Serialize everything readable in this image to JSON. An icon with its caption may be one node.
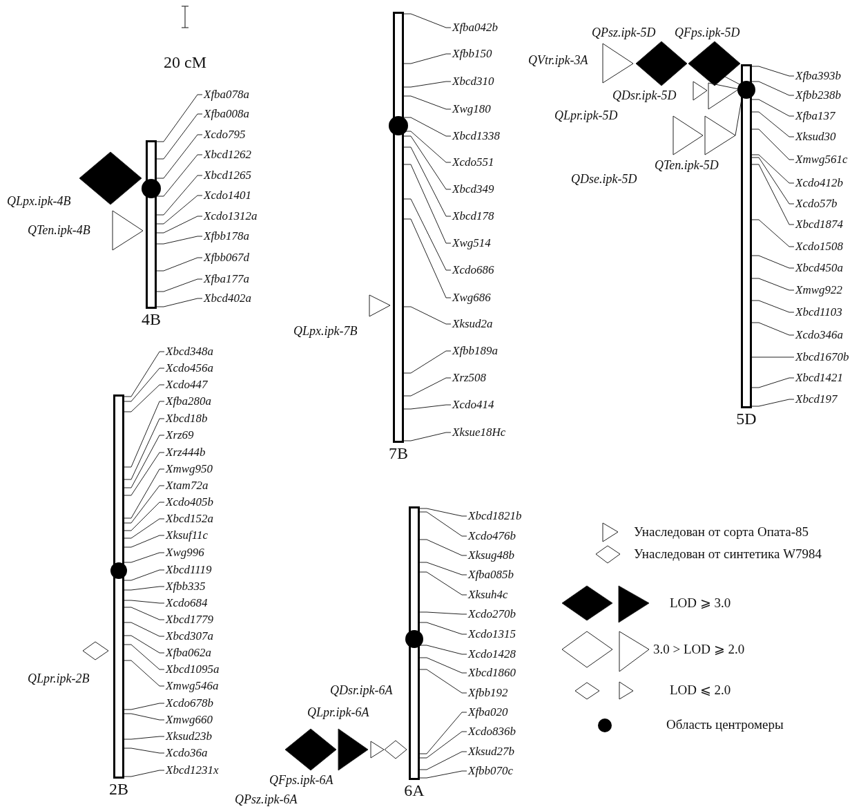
{
  "diagram": {
    "nodes": [
      {
        "text": [
          "4B"
        ]
      },
      {
        "text": [
          "Xfba078a"
        ]
      },
      {
        "text": [
          "Xfba008a"
        ]
      },
      {
        "text": [
          "Xcdo795"
        ]
      },
      {
        "text": [
          "Xbcd1262"
        ]
      },
      {
        "text": [
          "Xbcd1265"
        ]
      },
      {
        "text": [
          "Xcdo1401"
        ]
      },
      {
        "text": [
          "Xcdo1312a"
        ]
      },
      {
        "text": [
          "Xfbb178a"
        ]
      },
      {
        "text": [
          "Xfbb067d"
        ]
      },
      {
        "text": [
          "Xfba177a"
        ]
      },
      {
        "text": [
          "Xbcd402a"
        ]
      },
      {
        "text": [
          "7B"
        ]
      },
      {
        "text": [
          "Xfba042b"
        ]
      },
      {
        "text": [
          "Xfbb150"
        ]
      },
      {
        "text": [
          "Xbcd310"
        ]
      },
      {
        "text": [
          "Xwg180"
        ]
      },
      {
        "text": [
          "Xbcd1338"
        ]
      },
      {
        "text": [
          "Xcdo551"
        ]
      },
      {
        "text": [
          "Xbcd349"
        ]
      },
      {
        "text": [
          "Xbcd178"
        ]
      },
      {
        "text": [
          "Xwg514"
        ]
      },
      {
        "text": [
          "Xcdo686"
        ]
      },
      {
        "text": [
          "Xwg686"
        ]
      },
      {
        "text": [
          "Xksud2a"
        ]
      },
      {
        "text": [
          "Xfbb189a"
        ]
      },
      {
        "text": [
          "Xrz508"
        ]
      },
      {
        "text": [
          "Xcdo414"
        ]
      },
      {
        "text": [
          "Xksue18Hc"
        ]
      },
      {
        "text": [
          "5D"
        ]
      },
      {
        "text": [
          "Xfba393b"
        ]
      },
      {
        "text": [
          "Xfbb238b"
        ]
      },
      {
        "text": [
          "Xfba137"
        ]
      },
      {
        "text": [
          "Xksud30"
        ]
      },
      {
        "text": [
          "Xmwg561c"
        ]
      },
      {
        "text": [
          "Xcdo412b"
        ]
      },
      {
        "text": [
          "Xcdo57b"
        ]
      },
      {
        "text": [
          "Xbcd1874"
        ]
      },
      {
        "text": [
          "Xcdo1508"
        ]
      },
      {
        "text": [
          "Xbcd450a"
        ]
      },
      {
        "text": [
          "Xmwg922"
        ]
      },
      {
        "text": [
          "Xbcd1103"
        ]
      },
      {
        "text": [
          "Xcdo346a"
        ]
      },
      {
        "text": [
          "Xbcd1670b"
        ]
      },
      {
        "text": [
          "Xbcd1421"
        ]
      },
      {
        "text": [
          "Xbcd197"
        ]
      },
      {
        "text": [
          "2B"
        ]
      },
      {
        "text": [
          "Xbcd348a"
        ]
      },
      {
        "text": [
          "Xcdo456a"
        ]
      },
      {
        "text": [
          "Xcdo447"
        ]
      },
      {
        "text": [
          "Xfba280a"
        ]
      },
      {
        "text": [
          "Xbcd18b"
        ]
      },
      {
        "text": [
          "Xrz69"
        ]
      },
      {
        "text": [
          "Xrz444b"
        ]
      },
      {
        "text": [
          "Xmwg950"
        ]
      },
      {
        "text": [
          "Xtam72a"
        ]
      },
      {
        "text": [
          "Xcdo405b"
        ]
      },
      {
        "text": [
          "Xbcd152a"
        ]
      },
      {
        "text": [
          "Xksuf11c"
        ]
      },
      {
        "text": [
          "Xwg996"
        ]
      },
      {
        "text": [
          "Xbcd1119"
        ]
      },
      {
        "text": [
          "Xfbb335"
        ]
      },
      {
        "text": [
          "Xcdo684"
        ]
      },
      {
        "text": [
          "Xbcd1779"
        ]
      },
      {
        "text": [
          "Xbcd307a"
        ]
      },
      {
        "text": [
          "Xfba062a"
        ]
      },
      {
        "text": [
          "Xbcd1095a"
        ]
      },
      {
        "text": [
          "Xmwg546a"
        ]
      },
      {
        "text": [
          "Xcdo678b"
        ]
      },
      {
        "text": [
          "Xmwg660"
        ]
      },
      {
        "text": [
          "Xksud23b"
        ]
      },
      {
        "text": [
          "Xcdo36a"
        ]
      },
      {
        "text": [
          "Xbcd1231x"
        ]
      },
      {
        "text": [
          "6A"
        ]
      },
      {
        "text": [
          "Xbcd1821b"
        ]
      },
      {
        "text": [
          "Xcdo476b"
        ]
      },
      {
        "text": [
          "Xksug48b"
        ]
      },
      {
        "text": [
          "Xfba085b"
        ]
      },
      {
        "text": [
          "Xksuh4c"
        ]
      },
      {
        "text": [
          "Xcdo270b"
        ]
      },
      {
        "text": [
          "Xcdo1315"
        ]
      },
      {
        "text": [
          "Xcdo1428"
        ]
      },
      {
        "text": [
          "Xbcd1860"
        ]
      },
      {
        "text": [
          "Xfbb192"
        ]
      },
      {
        "text": [
          "Xfba020"
        ]
      },
      {
        "text": [
          "Xcdo836b"
        ]
      },
      {
        "text": [
          "Xksud27b"
        ]
      },
      {
        "text": [
          "Xfbb070c"
        ]
      }
    ],
    "edges": [
      {
        "from": 1,
        "to": 0,
        "arrow": "none"
      },
      {
        "from": 2,
        "to": 0,
        "arrow": "none"
      },
      {
        "from": 3,
        "to": 0,
        "arrow": "none"
      },
      {
        "from": 4,
        "to": 0,
        "arrow": "none"
      },
      {
        "from": 5,
        "to": 0,
        "arrow": "none"
      },
      {
        "from": 6,
        "to": 0,
        "arrow": "none"
      },
      {
        "from": 7,
        "to": 0,
        "arrow": "none"
      },
      {
        "from": 8,
        "to": 0,
        "arrow": "none"
      },
      {
        "from": 9,
        "to": 0,
        "arrow": "none"
      },
      {
        "from": 10,
        "to": 0,
        "arrow": "none"
      },
      {
        "from": 11,
        "to": 0,
        "arrow": "none"
      },
      {
        "from": 13,
        "to": 12,
        "arrow": "none"
      },
      {
        "from": 14,
        "to": 12,
        "arrow": "none"
      },
      {
        "from": 15,
        "to": 12,
        "arrow": "none"
      },
      {
        "from": 16,
        "to": 12,
        "arrow": "none"
      },
      {
        "from": 17,
        "to": 12,
        "arrow": "none"
      },
      {
        "from": 18,
        "to": 12,
        "arrow": "none"
      },
      {
        "from": 19,
        "to": 12,
        "arrow": "none"
      },
      {
        "from": 20,
        "to": 12,
        "arrow": "none"
      },
      {
        "from": 21,
        "to": 12,
        "arrow": "none"
      },
      {
        "from": 22,
        "to": 12,
        "arrow": "none"
      },
      {
        "from": 23,
        "to": 12,
        "arrow": "none"
      },
      {
        "from": 24,
        "to": 12,
        "arrow": "none"
      },
      {
        "from": 25,
        "to": 12,
        "arrow": "none"
      },
      {
        "from": 26,
        "to": 12,
        "arrow": "none"
      },
      {
        "from": 27,
        "to": 12,
        "arrow": "none"
      },
      {
        "from": 28,
        "to": 12,
        "arrow": "none"
      },
      {
        "from": 30,
        "to": 29,
        "arrow": "none"
      },
      {
        "from": 31,
        "to": 29,
        "arrow": "none"
      },
      {
        "from": 32,
        "to": 29,
        "arrow": "none"
      },
      {
        "from": 33,
        "to": 29,
        "arrow": "none"
      },
      {
        "from": 34,
        "to": 29,
        "arrow": "none"
      },
      {
        "from": 35,
        "to": 29,
        "arrow": "none"
      },
      {
        "from": 36,
        "to": 29,
        "arrow": "none"
      },
      {
        "from": 37,
        "to": 29,
        "arrow": "none"
      },
      {
        "from": 38,
        "to": 29,
        "arrow": "none"
      },
      {
        "from": 39,
        "to": 29,
        "arrow": "none"
      },
      {
        "from": 40,
        "to": 29,
        "arrow": "none"
      },
      {
        "from": 41,
        "to": 29,
        "arrow": "none"
      },
      {
        "from": 42,
        "to": 29,
        "arrow": "none"
      },
      {
        "from": 43,
        "to": 29,
        "arrow": "none"
      },
      {
        "from": 44,
        "to": 29,
        "arrow": "none"
      },
      {
        "from": 45,
        "to": 29,
        "arrow": "none"
      },
      {
        "from": 47,
        "to": 46,
        "arrow": "none"
      },
      {
        "from": 48,
        "to": 46,
        "arrow": "none"
      },
      {
        "from": 49,
        "to": 46,
        "arrow": "none"
      },
      {
        "from": 50,
        "to": 46,
        "arrow": "none"
      },
      {
        "from": 51,
        "to": 46,
        "arrow": "none"
      },
      {
        "from": 52,
        "to": 46,
        "arrow": "none"
      },
      {
        "from": 53,
        "to": 46,
        "arrow": "none"
      },
      {
        "from": 54,
        "to": 46,
        "arrow": "none"
      },
      {
        "from": 55,
        "to": 46,
        "arrow": "none"
      },
      {
        "from": 56,
        "to": 46,
        "arrow": "none"
      },
      {
        "from": 57,
        "to": 46,
        "arrow": "none"
      },
      {
        "from": 58,
        "to": 46,
        "arrow": "none"
      },
      {
        "from": 59,
        "to": 46,
        "arrow": "none"
      },
      {
        "from": 60,
        "to": 46,
        "arrow": "none"
      },
      {
        "from": 61,
        "to": 46,
        "arrow": "none"
      },
      {
        "from": 62,
        "to": 46,
        "arrow": "none"
      },
      {
        "from": 63,
        "to": 46,
        "arrow": "none"
      },
      {
        "from": 64,
        "to": 46,
        "arrow": "none"
      },
      {
        "from": 65,
        "to": 46,
        "arrow": "none"
      },
      {
        "from": 66,
        "to": 46,
        "arrow": "none"
      },
      {
        "from": 67,
        "to": 46,
        "arrow": "none"
      },
      {
        "from": 68,
        "to": 46,
        "arrow": "none"
      },
      {
        "from": 69,
        "to": 46,
        "arrow": "none"
      },
      {
        "from": 70,
        "to": 46,
        "arrow": "none"
      },
      {
        "from": 71,
        "to": 46,
        "arrow": "none"
      },
      {
        "from": 72,
        "to": 46,
        "arrow": "none"
      },
      {
        "from": 74,
        "to": 73,
        "arrow": "none"
      },
      {
        "from": 75,
        "to": 73,
        "arrow": "none"
      },
      {
        "from": 76,
        "to": 73,
        "arrow": "none"
      },
      {
        "from": 77,
        "to": 73,
        "arrow": "none"
      },
      {
        "from": 78,
        "to": 73,
        "arrow": "none"
      },
      {
        "from": 79,
        "to": 73,
        "arrow": "none"
      },
      {
        "from": 80,
        "to": 73,
        "arrow": "none"
      },
      {
        "from": 81,
        "to": 73,
        "arrow": "none"
      },
      {
        "from": 82,
        "to": 73,
        "arrow": "none"
      },
      {
        "from": 83,
        "to": 73,
        "arrow": "none"
      },
      {
        "from": 84,
        "to": 73,
        "arrow": "none"
      },
      {
        "from": 85,
        "to": 73,
        "arrow": "none"
      },
      {
        "from": 86,
        "to": 73,
        "arrow": "none"
      },
      {
        "from": 87,
        "to": 73,
        "arrow": "none"
      }
    ],
    "labels": [
      "20 cM",
      "QPsz.ipk-5D",
      "QFps.ipk-5D",
      "QVtr.ipk-3A",
      "QDsr.ipk-5D",
      "QLpr.ipk-5D",
      "QTen.ipk-5D",
      "QDse.ipk-5D",
      "QLpx.ipk-4B",
      "QTen.ipk-4B",
      "QLpx.ipk-7B",
      "QLpr.ipk-2B",
      "QDsr.ipk-6A",
      "QLpr.ipk-6A",
      "QFps.ipk-6A",
      "QPsz.ipk-6A"
    ],
    "legend": [
      {
        "text": "Унаследован от сорта Опата-85"
      },
      {
        "text": "Унаследован от синтетика W7984"
      },
      {
        "text": "LOD ⩾ 3.0"
      },
      {
        "text": "3.0 > LOD ⩾ 2.0"
      },
      {
        "text": "LOD ⩽ 2.0"
      },
      {
        "text": "Область центромеры"
      }
    ]
  }
}
